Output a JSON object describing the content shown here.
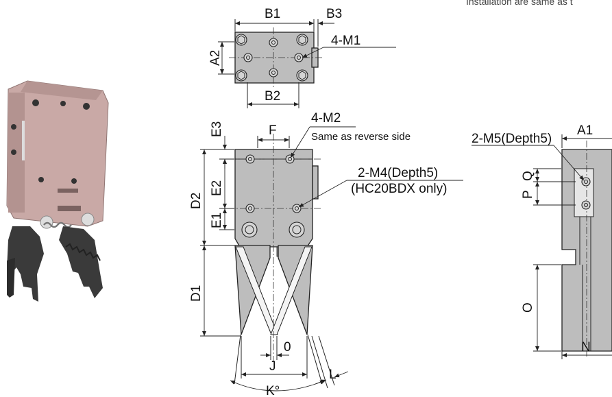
{
  "header_note": "Installation are same as t",
  "top_view": {
    "b1": "B1",
    "b3": "B3",
    "a2": "A2",
    "b2": "B2",
    "m1": "4-M1"
  },
  "front_view": {
    "m2": "4-M2",
    "reverse_note": "Same as reverse side",
    "f": "F",
    "e3": "E3",
    "e2": "E2",
    "e1": "E1",
    "d2": "D2",
    "d1": "D1",
    "m4": "2-M4(Depth5)",
    "m4_note": "(HC20BDX only)",
    "zero": "0",
    "j": "J",
    "k": "K°",
    "l": "L"
  },
  "side_view": {
    "m5": "2-M5(Depth5)",
    "a1": "A1",
    "q": "Q",
    "p": "P",
    "o": "O",
    "n": "N"
  },
  "colors": {
    "body_fill": "#bdbdbd",
    "line": "#222222",
    "gripper_body": "#c9a9a6",
    "gripper_jaw": "#3a3a3a"
  }
}
